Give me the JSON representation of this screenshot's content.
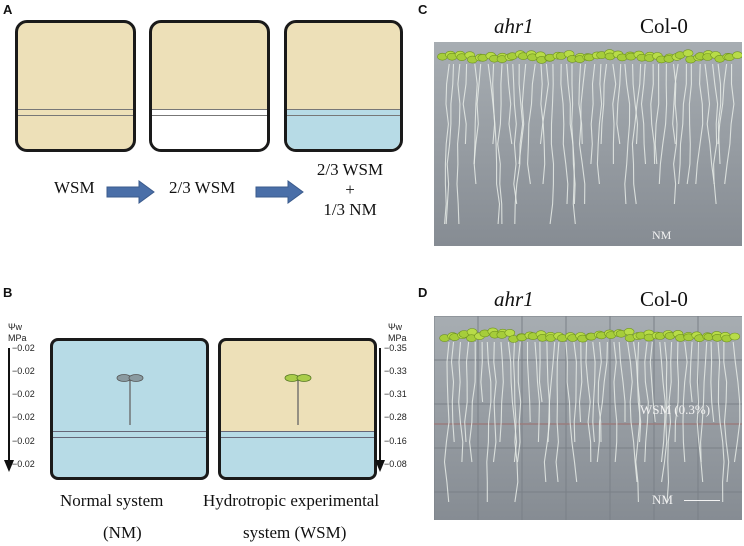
{
  "panels": {
    "a": "A",
    "b": "B",
    "c": "C",
    "d": "D"
  },
  "panel_a": {
    "steps": [
      "WSM",
      "2/3 WSM",
      "2/3 WSM\n+\n1/3 NM"
    ],
    "colors": {
      "wsm": "#ede0b8",
      "nm": "#b7dbe6",
      "white": "#ffffff"
    }
  },
  "panel_b": {
    "psi_symbol": "Ψw",
    "unit": "MPa",
    "left_scale": [
      "−0.02",
      "−0.02",
      "−0.02",
      "−0.02",
      "−0.02",
      "−0.02"
    ],
    "right_scale": [
      "−0.35",
      "−0.33",
      "−0.31",
      "−0.28",
      "−0.16",
      "−0.08"
    ],
    "captions": {
      "normal_line1": "Normal system",
      "normal_line2": "(NM)",
      "hydro_line1": "Hydrotropic experimental",
      "hydro_line2": "system (WSM)"
    }
  },
  "panel_c": {
    "genotype_1": "ahr1",
    "genotype_2": "Col-0",
    "medium_label": "NM"
  },
  "panel_d": {
    "genotype_1": "ahr1",
    "genotype_2": "Col-0",
    "medium_top": "WSM (0.3%)",
    "medium_bottom": "NM"
  }
}
